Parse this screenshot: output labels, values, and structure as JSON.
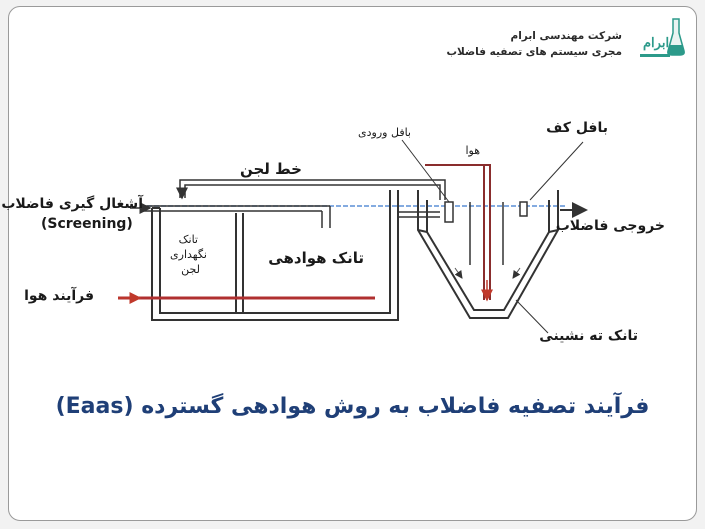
{
  "company": {
    "name": "شرکت مهندسی ابرام",
    "subtitle": "مجری سیستم های تصفیه فاضلاب",
    "logo_text": "ابرام",
    "logo_icon": "flask-icon"
  },
  "labels": {
    "sludge_line": "خط لجن",
    "screening_fa": "آشغال گیری فاضلاب",
    "screening_en": "(Screening)",
    "sludge_tank_1": "تانک",
    "sludge_tank_2": "نگهداری",
    "sludge_tank_3": "لجن",
    "aeration_tank": "تانک هوادهی",
    "air_process": "فرآیند هوا",
    "inlet_baffle": "بافل ورودی",
    "air": "هوا",
    "foam_baffle": "بافل کف",
    "outlet": "خروجی فاضلاب",
    "settling_tank": "تانک ته نشینی"
  },
  "caption": "فرآیند تصفیه فاضلاب به روش هوادهی گسترده (Eaas)",
  "colors": {
    "caption": "#1f3f77",
    "air_line": "#c0392b",
    "water": "#5b8fd6",
    "logo": "#2c9a8a"
  }
}
